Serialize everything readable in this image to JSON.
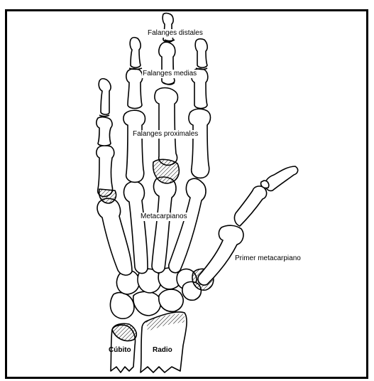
{
  "diagram": {
    "subject": "hand-skeleton-dorsal-view",
    "labels": {
      "falanges_distales": "Falanges distales",
      "falanges_medias": "Falanges medias",
      "falanges_proximales": "Falanges proximales",
      "metacarpianos": "Metacarpianos",
      "primer_metacarpiano": "Primer metacarpiano",
      "cubito": "Cúbito",
      "radio": "Radio"
    },
    "colors": {
      "line": "#000000",
      "background": "#ffffff"
    }
  }
}
